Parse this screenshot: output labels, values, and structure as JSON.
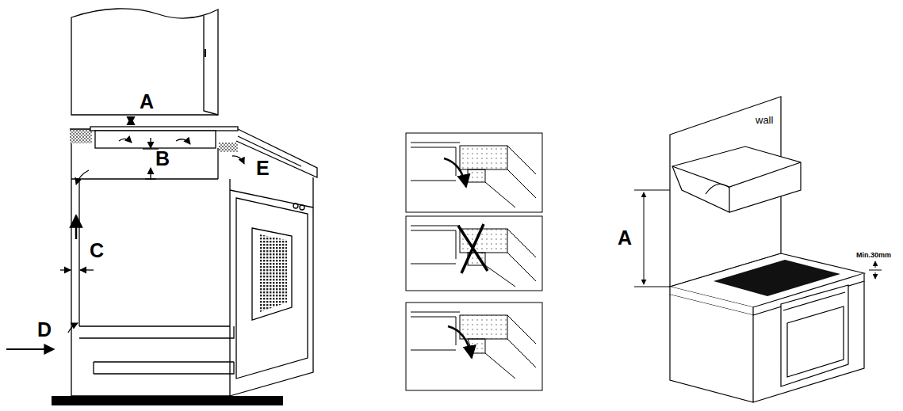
{
  "diagram": {
    "labels": [
      "A",
      "B",
      "E",
      "C",
      "D",
      "wall",
      "A",
      "Min.30mm"
    ]
  }
}
